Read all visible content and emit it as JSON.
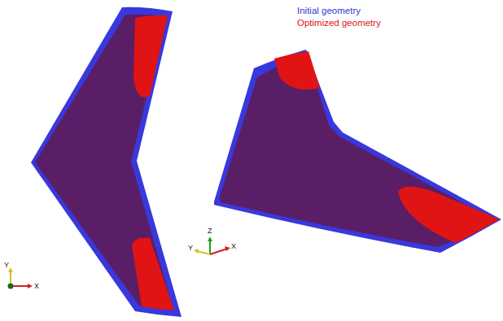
{
  "diagram": {
    "labels": [
      "Z",
      "Y",
      "X",
      "Y",
      "X"
    ],
    "legend": [
      {
        "text": "Initial geometry",
        "color": "#3535d6"
      },
      {
        "text": "Optimized geometry",
        "color": "#e01414"
      }
    ]
  }
}
